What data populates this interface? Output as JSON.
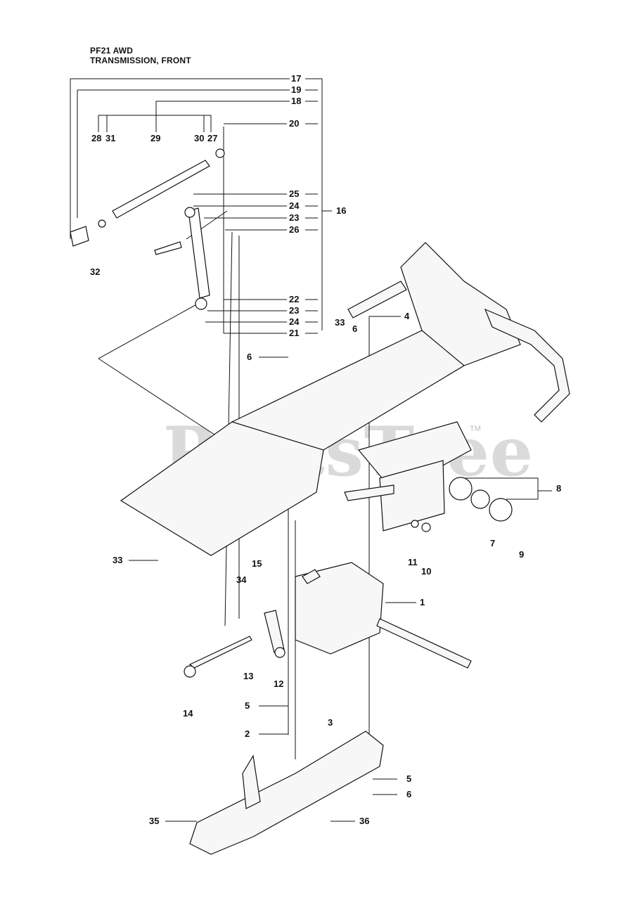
{
  "header": {
    "model": "PF21 AWD",
    "section": "TRANSMISSION, FRONT"
  },
  "watermark": "PartsTree",
  "trademark": "TM",
  "callouts": [
    "17",
    "19",
    "18",
    "20",
    "28",
    "31",
    "29",
    "30",
    "27",
    "25",
    "24",
    "16",
    "23",
    "26",
    "32",
    "22",
    "23",
    "24",
    "21",
    "33",
    "6",
    "4",
    "6",
    "8",
    "7",
    "9",
    "11",
    "10",
    "33",
    "15",
    "34",
    "1",
    "13",
    "12",
    "14",
    "5",
    "3",
    "2",
    "5",
    "6",
    "35",
    "36"
  ]
}
